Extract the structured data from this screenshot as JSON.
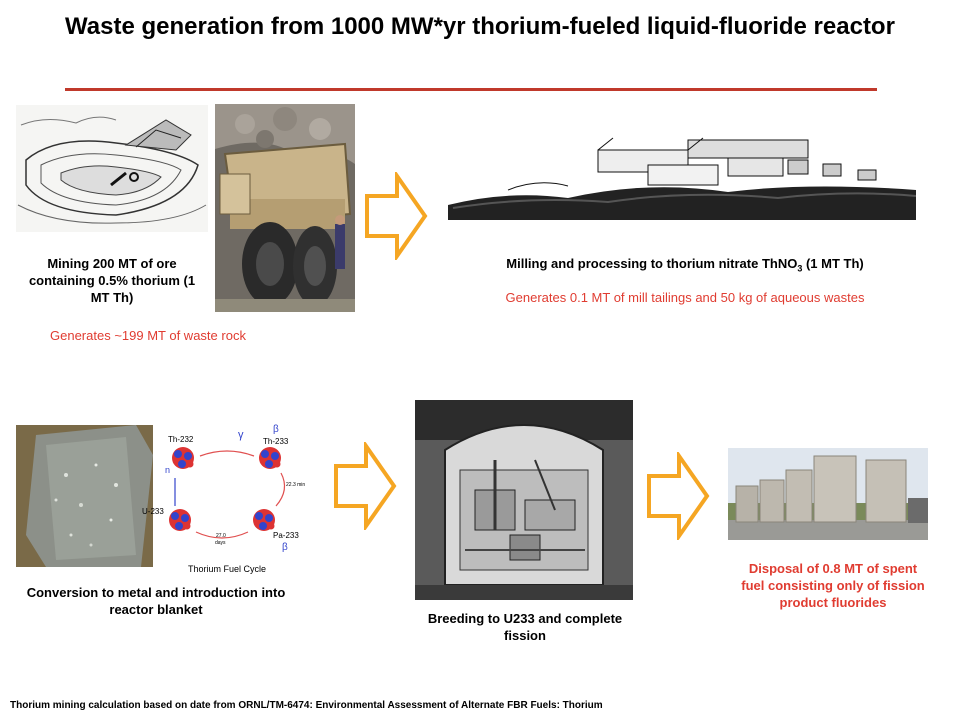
{
  "title": "Waste generation from 1000 MW*yr thorium-fueled liquid-fluoride reactor",
  "steps": {
    "mining": {
      "caption": "Mining 200 MT of ore containing 0.5% thorium (1 MT Th)",
      "note": "Generates ~199 MT of waste rock"
    },
    "milling": {
      "caption_main": "Milling and processing to thorium nitrate ThNO",
      "caption_sub": "3",
      "caption_tail": " (1 MT Th)",
      "note": "Generates 0.1 MT of mill tailings and 50 kg of aqueous wastes"
    },
    "conversion": {
      "caption": "Conversion to metal and introduction into reactor blanket"
    },
    "breeding": {
      "caption": "Breeding to U233 and complete fission"
    },
    "disposal": {
      "caption": "Disposal of 0.8 MT of spent fuel consisting only of fission product fluorides"
    }
  },
  "fuel_cycle": {
    "title": "Thorium Fuel Cycle",
    "th232": "Th-232",
    "th233": "Th-233",
    "pa233": "Pa-233",
    "u233": "U-233",
    "gamma": "γ",
    "beta": "β",
    "neutron": "n",
    "t1_value": "22.3 min",
    "t2_value": "27.0",
    "t2_unit": "days"
  },
  "footnote": "Thorium mining calculation based on date from ORNL/TM-6474: Environmental Assessment of Alternate FBR Fuels: Thorium",
  "colors": {
    "arrow": "#f5a623",
    "accent_red": "#e03c31",
    "rule": "#c0392b"
  }
}
